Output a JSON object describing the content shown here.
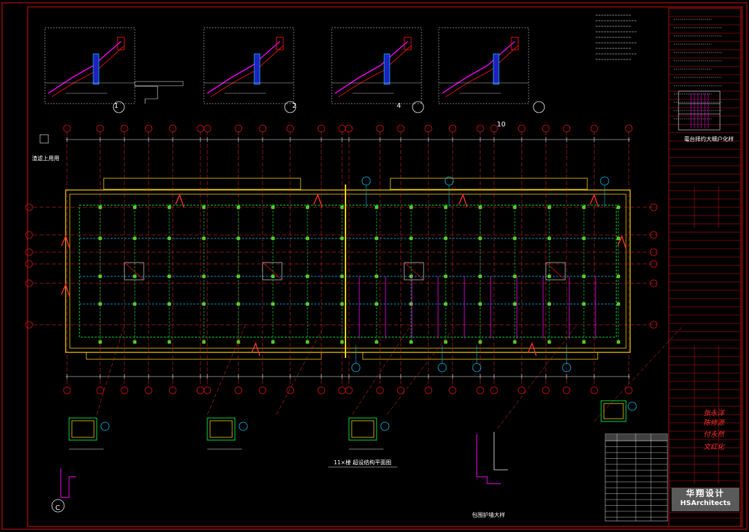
{
  "drawing": {
    "detail_labels": [
      "1",
      "2",
      "4",
      "10"
    ],
    "section_label": "C",
    "plan_title": "11×楼 超设结构平面图",
    "detail_caption": "包围护墙大样",
    "legend_caption": "毫台择约大细户化样",
    "left_caption": "渣滤上用用"
  },
  "title_block": {
    "company_cn": "华翔设计",
    "company_en": "HSArchitects",
    "signatures": [
      "张永洋",
      "陈修源",
      "付永然",
      "文红化"
    ]
  },
  "colors": {
    "frame": "#e01010",
    "wall": "#ffd800",
    "beam": "#00e040",
    "axis": "#ff3030",
    "column": "#00c8ff",
    "accent": "#ff00ff",
    "white": "#ffffff"
  }
}
